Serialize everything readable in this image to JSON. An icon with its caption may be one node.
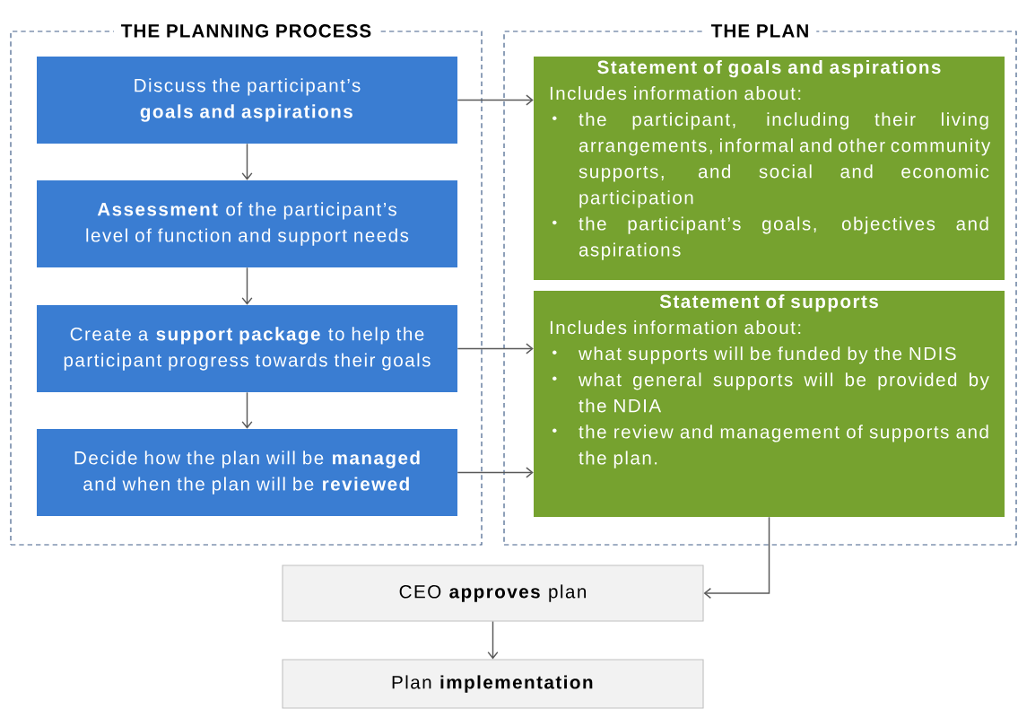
{
  "diagram": {
    "nodes": [
      {
        "text": [
          "THE PLANNING PROCESS"
        ]
      },
      {
        "text": [
          "Discuss the participant’s **goals and aspirations**"
        ],
        "in": 0
      },
      {
        "text": [
          "**Assessment** of the participant’s level of function and support needs"
        ],
        "in": 0
      },
      {
        "text": [
          "Create a **support package** to help the participant progress towards their goals"
        ],
        "in": 0
      },
      {
        "text": [
          "Decide how the plan will be **managed**  and when the plan will be **reviewed**"
        ],
        "in": 0
      },
      {
        "text": [
          "THE PLAN"
        ]
      },
      {
        "text": [
          "Statement of goals and aspirations",
          "Includes information about:",
          "the participant, including their living arrangements, informal and other community supports, and social and economic participation",
          "the participant’s goals, objectives and aspirations"
        ],
        "in": 5
      },
      {
        "text": [
          "Statement of supports",
          "Includes information about:",
          "what supports will be funded by the NDIS",
          "what general supports will be provided by the NDIA",
          "the review and management of supports and the plan."
        ],
        "in": 5
      },
      {
        "text": [
          "CEO **approves** plan"
        ]
      },
      {
        "text": [
          "Plan **implementation**"
        ]
      }
    ],
    "edges": [
      {
        "from": 1,
        "to": 6,
        "arrow": "to"
      },
      {
        "from": 1,
        "to": 2,
        "arrow": "to"
      },
      {
        "from": 2,
        "to": 3,
        "arrow": "to"
      },
      {
        "from": 3,
        "to": 7,
        "arrow": "to"
      },
      {
        "from": 3,
        "to": 4,
        "arrow": "to"
      },
      {
        "from": 4,
        "to": 7,
        "arrow": "to"
      },
      {
        "from": 7,
        "to": 8,
        "arrow": "to"
      },
      {
        "from": 8,
        "to": 9,
        "arrow": "to"
      }
    ]
  }
}
